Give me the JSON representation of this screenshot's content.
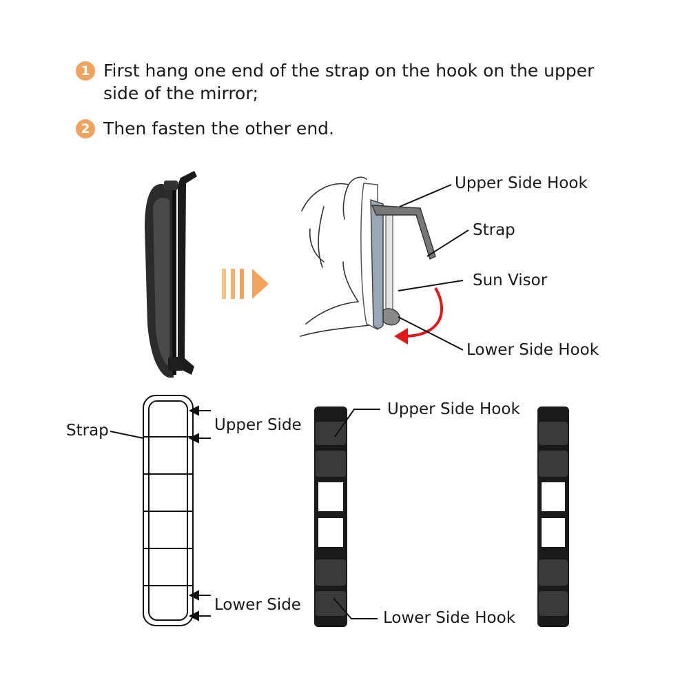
{
  "instructions": {
    "step1": {
      "number": "1",
      "text": "First hang one end of the strap on the hook on the upper side of the mirror;"
    },
    "step2": {
      "number": "2",
      "text": "Then fasten the other end."
    }
  },
  "install_labels": {
    "upper_side_hook": "Upper Side Hook",
    "strap": "Strap",
    "sun_visor": "Sun Visor",
    "lower_side_hook": "Lower Side Hook"
  },
  "strap_labels": {
    "strap": "Strap",
    "upper_side": "Upper Side",
    "lower_side": "Lower Side"
  },
  "hook_labels": {
    "upper_side_hook": "Upper Side Hook",
    "lower_side_hook": "Lower Side Hook"
  },
  "colors": {
    "accent_orange": "#f0a35e",
    "arrow_red": "#e0161b",
    "dark": "#1c1c1c"
  },
  "icons": [
    "triple-chevron-arrow-icon",
    "curved-red-arrow-icon"
  ]
}
